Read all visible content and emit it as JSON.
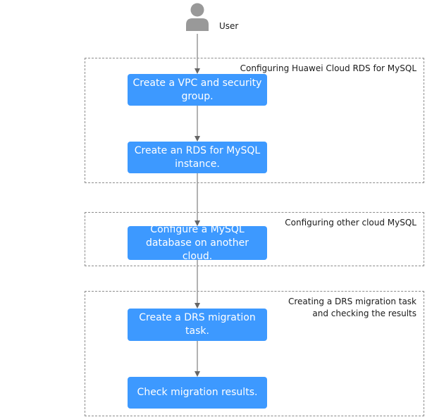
{
  "actor": {
    "label": "User",
    "icon": "user-icon",
    "color": "#999999"
  },
  "groups": [
    {
      "label": "Configuring Huawei Cloud RDS for MySQL",
      "steps": [
        "Create a VPC and security group.",
        "Create an RDS for MySQL instance."
      ]
    },
    {
      "label": "Configuring other cloud MySQL",
      "steps": [
        "Configure a MySQL database on another cloud."
      ]
    },
    {
      "label": "Creating a DRS migration task\nand checking the results",
      "steps": [
        "Create a DRS migration task.",
        "Check migration results."
      ]
    }
  ],
  "colors": {
    "step_fill": "#3d99ff",
    "step_text": "#ffffff",
    "arrow": "#666666",
    "group_border": "#8c8c8c"
  }
}
